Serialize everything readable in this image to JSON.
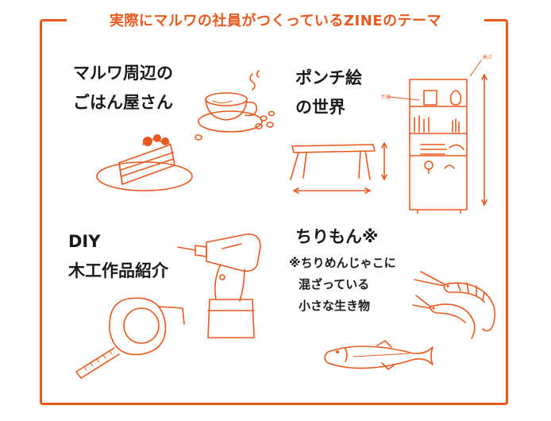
{
  "title": "実際にマルワの社員がつくっているZINEのテーマ",
  "themes": {
    "cafe": {
      "line1": "マルワ周辺の",
      "line2": "ごはん屋さん"
    },
    "poncho": {
      "line1": "ポンチ絵",
      "line2": "の世界",
      "note_left": "什器",
      "note_right": "高さ"
    },
    "diy": {
      "line1": "DIY",
      "line2": "木工作品紹介"
    },
    "chirimon": {
      "heading": "ちりもん※",
      "note1": "※ちりめんじゃこに",
      "note2": "混ざっている",
      "note3": "小さな生き物"
    }
  },
  "colors": {
    "accent": "#e8591f",
    "text": "#1a1a1a",
    "background": "#ffffff"
  },
  "icons": [
    "cake-icon",
    "coffee-cup-icon",
    "table-icon",
    "shelf-icon",
    "drill-icon",
    "tape-measure-icon",
    "shrimp-icon",
    "fish-icon"
  ]
}
